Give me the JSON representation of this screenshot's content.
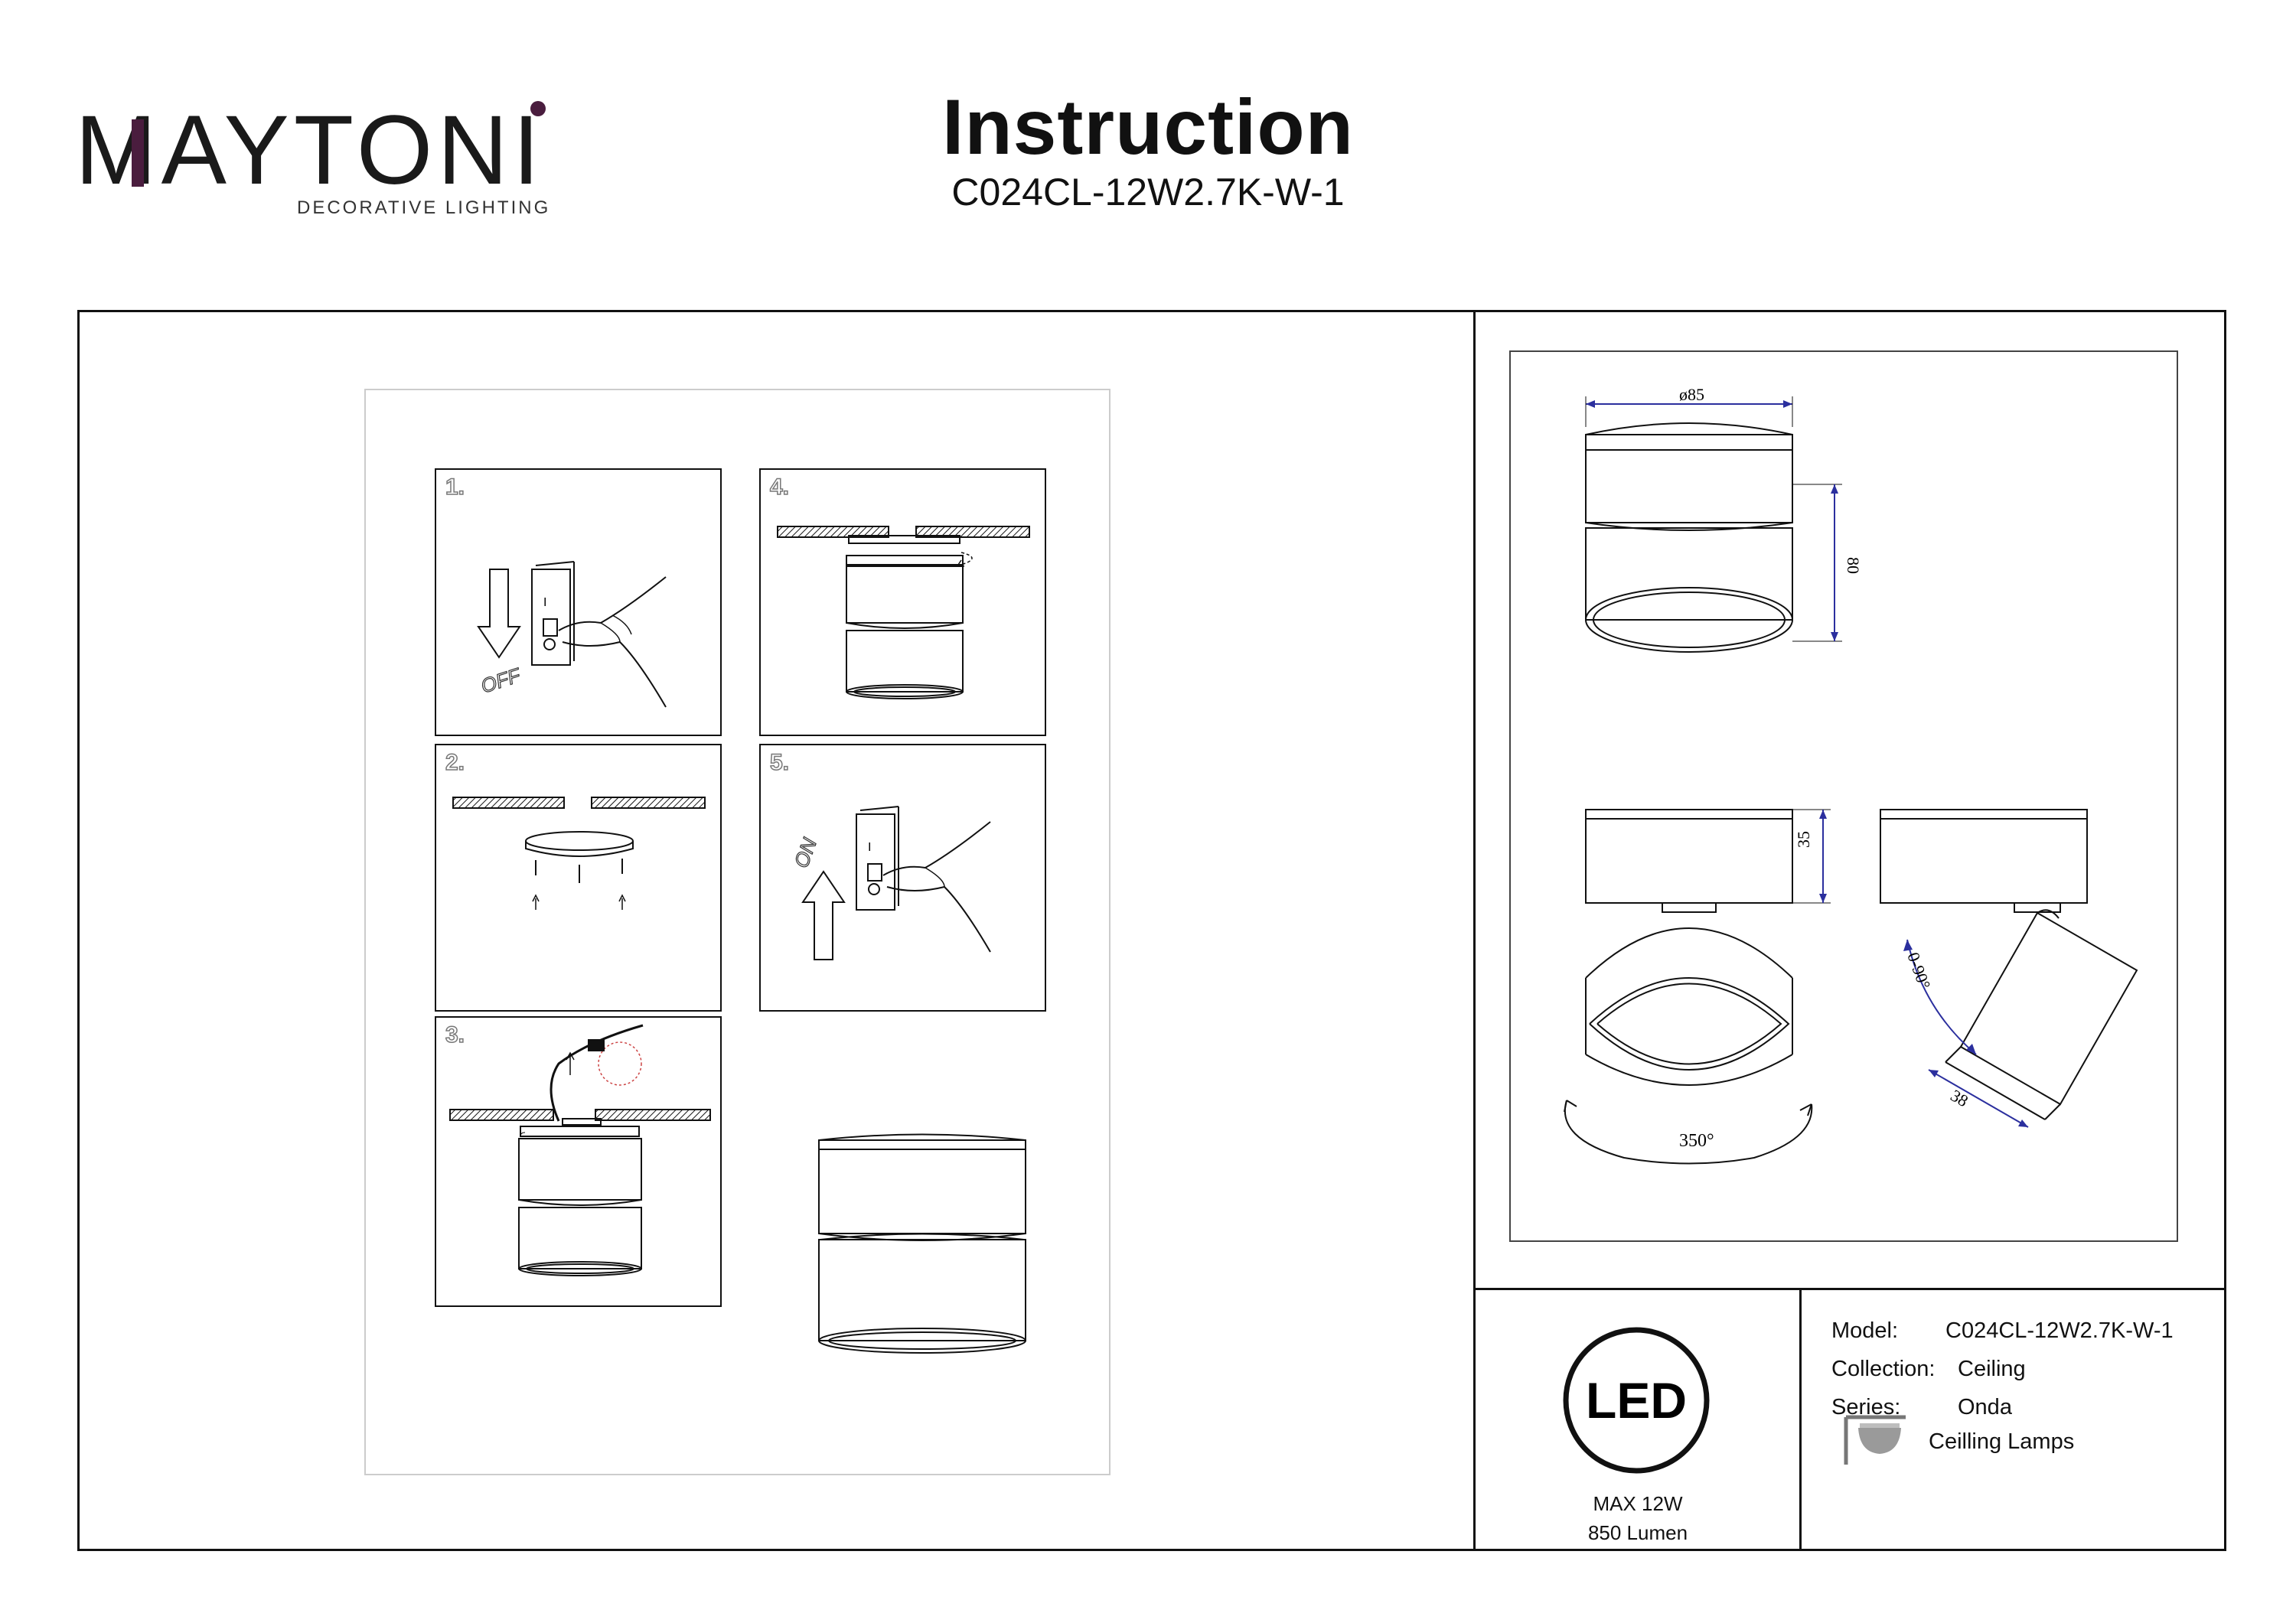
{
  "brand": {
    "name": "MAYTONI",
    "tagline": "DECORATIVE LIGHTING",
    "accent_color": "#4a1d3e"
  },
  "header": {
    "title": "Instruction",
    "model": "C024CL-12W2.7K-W-1"
  },
  "steps": [
    {
      "number": "1.",
      "switch_label": "OFF"
    },
    {
      "number": "2."
    },
    {
      "number": "3."
    },
    {
      "number": "4."
    },
    {
      "number": "5.",
      "switch_label": "ON"
    }
  ],
  "dimensions": {
    "diameter": "ø85",
    "height": "80",
    "base_height": "35",
    "tilt": "0-90°",
    "head_width": "38",
    "rotation": "350°"
  },
  "power": {
    "badge": "LED",
    "max": "MAX 12W",
    "lumen": "850 Lumen"
  },
  "specs": {
    "model_label": "Model:",
    "model_value": "C024CL-12W2.7K-W-1",
    "collection_label": "Collection:",
    "collection_value": "Ceiling",
    "series_label": "Series:",
    "series_value": "Onda",
    "category_icon": "ceiling-lamp-icon",
    "category_label": "Ceilling Lamps"
  }
}
